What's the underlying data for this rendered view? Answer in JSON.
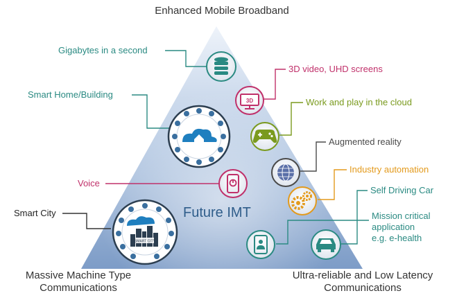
{
  "corners": {
    "top": "Enhanced Mobile Broadband",
    "bottom_left_line1": "Massive Machine Type",
    "bottom_left_line2": "Communications",
    "bottom_right_line1": "Ultra-reliable and Low Latency",
    "bottom_right_line2": "Communications"
  },
  "center_label": "Future IMT",
  "labels": {
    "gigabytes": "Gigabytes in a second",
    "smart_home": "Smart Home/Building",
    "voice": "Voice",
    "smart_city": "Smart City",
    "video_3d": "3D video, UHD screens",
    "cloud_work": "Work and play in the cloud",
    "ar": "Augmented reality",
    "industry": "Industry automation",
    "self_driving": "Self Driving Car",
    "mission_line1": "Mission critical",
    "mission_line2": "application",
    "mission_line3": "e.g. e-health"
  },
  "icon_text": {
    "monitor": "3D",
    "city": "SMART CITY"
  },
  "colors": {
    "teal": "#2a8a82",
    "magenta": "#c0306a",
    "olive": "#7a9a1e",
    "gray": "#4a4a4a",
    "orange": "#e39a1c",
    "triangle_top": "#e9f0f8",
    "triangle_bottom": "#7f9fc8"
  }
}
